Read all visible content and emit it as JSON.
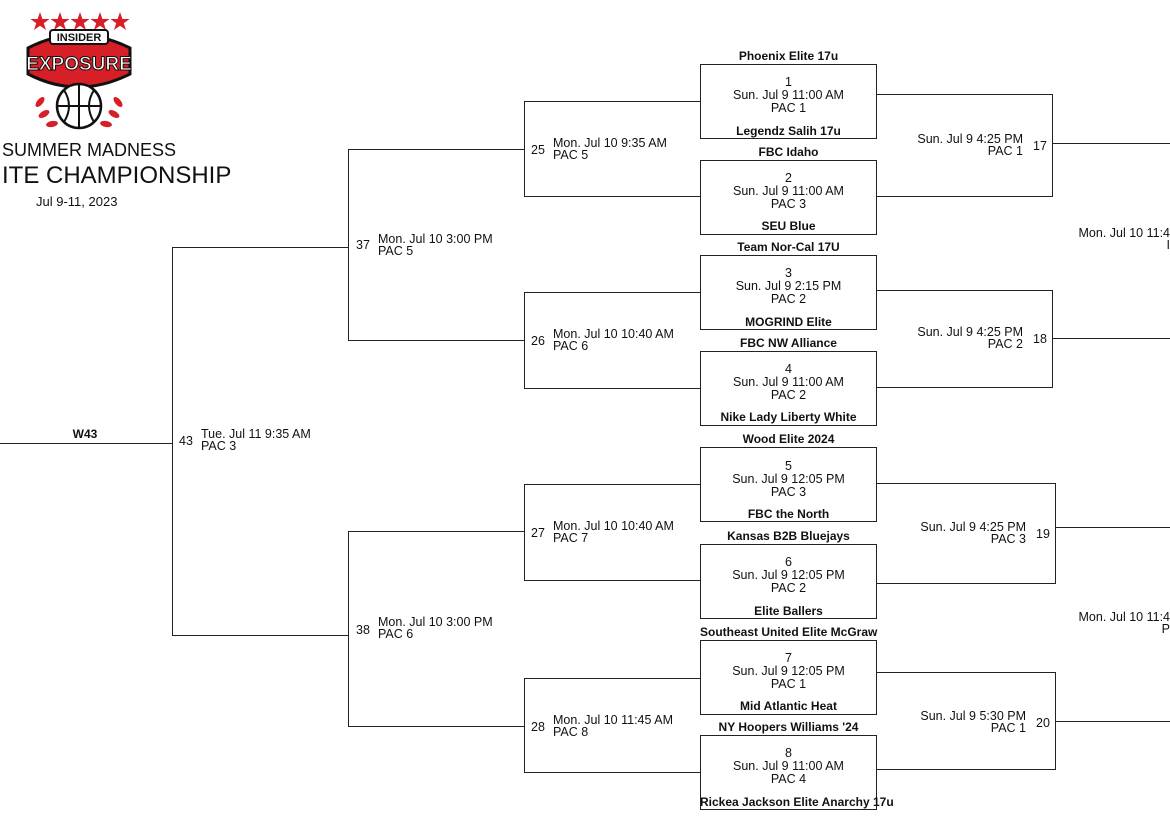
{
  "header": {
    "logo_top": "INSIDER",
    "logo_main": "EXPOSURE",
    "title_line1": "SUMMER MADNESS",
    "title_line2": "ITE CHAMPIONSHIP",
    "dates": "Jul 9-11, 2023"
  },
  "colors": {
    "brand_red": "#d61f26",
    "line": "#222222"
  },
  "round1": [
    {
      "num": "1",
      "line1": "Sun. Jul 9 11:00 AM",
      "line2": "PAC 1",
      "top_team": "Phoenix Elite 17u",
      "bottom_team": "Legendz Salih 17u"
    },
    {
      "num": "2",
      "line1": "Sun. Jul 9 11:00 AM",
      "line2": "PAC 3",
      "top_team": "FBC Idaho",
      "bottom_team": "SEU Blue"
    },
    {
      "num": "3",
      "line1": "Sun. Jul 9 2:15 PM",
      "line2": "PAC 2",
      "top_team": "Team Nor-Cal 17U",
      "bottom_team": "MOGRIND Elite"
    },
    {
      "num": "4",
      "line1": "Sun. Jul 9 11:00 AM",
      "line2": "PAC 2",
      "top_team": "FBC NW Alliance",
      "bottom_team": "Nike Lady Liberty White"
    },
    {
      "num": "5",
      "line1": "Sun. Jul 9 12:05 PM",
      "line2": "PAC 3",
      "top_team": "Wood Elite 2024",
      "bottom_team": "FBC the North"
    },
    {
      "num": "6",
      "line1": "Sun. Jul 9 12:05 PM",
      "line2": "PAC 2",
      "top_team": "Kansas B2B Bluejays",
      "bottom_team": "Elite Ballers"
    },
    {
      "num": "7",
      "line1": "Sun. Jul 9 12:05 PM",
      "line2": "PAC 1",
      "top_team": "Southeast United Elite McGraw",
      "bottom_team": "Mid Atlantic Heat"
    },
    {
      "num": "8",
      "line1": "Sun. Jul 9 11:00 AM",
      "line2": "PAC 4",
      "top_team": "NY Hoopers Williams '24",
      "bottom_team": "Rickea Jackson Elite Anarchy 17u"
    }
  ],
  "consolation": [
    {
      "num": "17",
      "line1": "Sun. Jul 9 4:25 PM",
      "line2": "PAC 1"
    },
    {
      "num": "18",
      "line1": "Sun. Jul 9 4:25 PM",
      "line2": "PAC 2"
    },
    {
      "num": "19",
      "line1": "Sun. Jul 9 4:25 PM",
      "line2": "PAC 3"
    },
    {
      "num": "20",
      "line1": "Sun. Jul 9 5:30 PM",
      "line2": "PAC 1"
    }
  ],
  "far_right": [
    {
      "line1": "Mon. Jul 10 11:4",
      "line2": "I"
    },
    {
      "line1": "Mon. Jul 10 11:4",
      "line2": "P"
    }
  ],
  "round2": [
    {
      "num": "25",
      "line1": "Mon. Jul 10 9:35 AM",
      "line2": "PAC 5"
    },
    {
      "num": "26",
      "line1": "Mon. Jul 10 10:40 AM",
      "line2": "PAC 6"
    },
    {
      "num": "27",
      "line1": "Mon. Jul 10 10:40 AM",
      "line2": "PAC 7"
    },
    {
      "num": "28",
      "line1": "Mon. Jul 10 11:45 AM",
      "line2": "PAC 8"
    }
  ],
  "round3": [
    {
      "num": "37",
      "line1": "Mon. Jul 10 3:00 PM",
      "line2": "PAC 5"
    },
    {
      "num": "38",
      "line1": "Mon. Jul 10 3:00 PM",
      "line2": "PAC 6"
    }
  ],
  "round4": {
    "num": "43",
    "line1": "Tue. Jul 11 9:35 AM",
    "line2": "PAC 3",
    "winner_label": "W43"
  }
}
